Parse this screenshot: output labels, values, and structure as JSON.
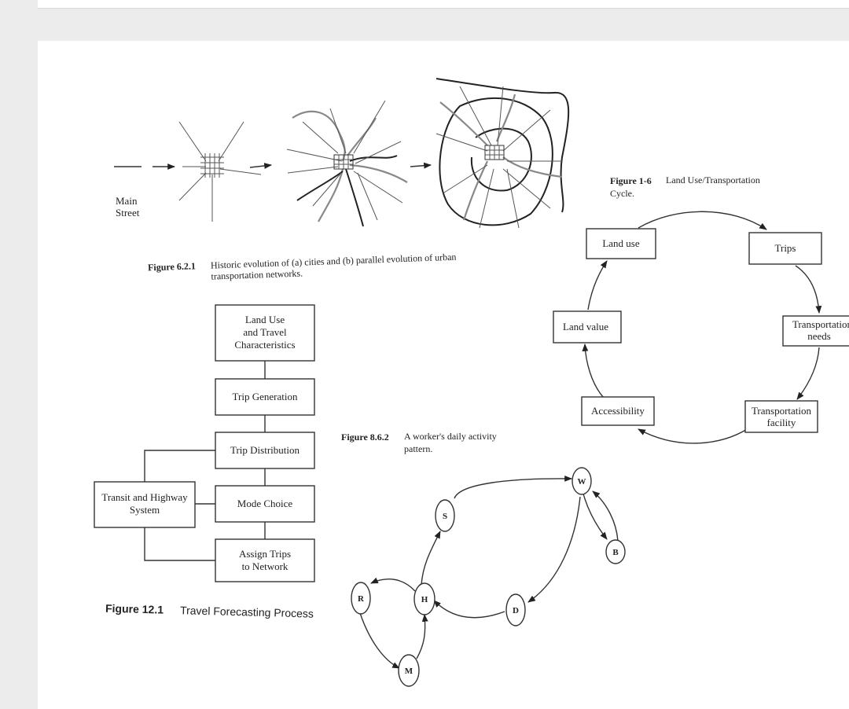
{
  "fig621": {
    "main_street": [
      "Main",
      "Street"
    ],
    "caption_num": "Figure 6.2.1",
    "caption_text": [
      "Historic evolution of (a) cities and (b) parallel evolution of urban",
      "transportation networks."
    ]
  },
  "fig16": {
    "caption_num": "Figure 1-6",
    "caption_text": [
      "Land Use/Transportation",
      "Cycle."
    ],
    "nodes": {
      "land_use": [
        "Land use"
      ],
      "trips": [
        "Trips"
      ],
      "transportation_needs": [
        "Transportation",
        "needs"
      ],
      "transportation_facility": [
        "Transportation",
        "facility"
      ],
      "accessibility": [
        "Accessibility"
      ],
      "land_value": [
        "Land value"
      ]
    }
  },
  "fig121": {
    "boxes": {
      "land_use_travel": [
        "Land Use",
        "and Travel",
        "Characteristics"
      ],
      "trip_generation": [
        "Trip Generation"
      ],
      "trip_distribution": [
        "Trip Distribution"
      ],
      "mode_choice": [
        "Mode Choice"
      ],
      "assign_trips": [
        "Assign Trips",
        "to Network"
      ],
      "transit_highway": [
        "Transit and Highway",
        "System"
      ]
    },
    "caption_num": "Figure 12.1",
    "caption_text": "Travel Forecasting Process"
  },
  "fig862": {
    "caption_num": "Figure 8.6.2",
    "caption_text": [
      "A worker's daily activity",
      "pattern."
    ],
    "nodes": {
      "W": "W",
      "S": "S",
      "B": "B",
      "D": "D",
      "H": "H",
      "R": "R",
      "M": "M"
    }
  }
}
